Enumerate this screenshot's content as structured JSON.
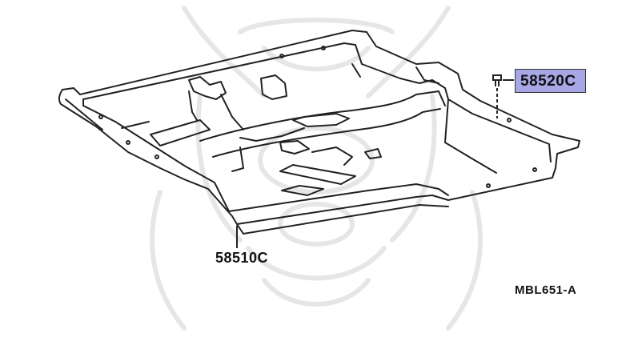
{
  "parts": {
    "floor_pan": {
      "part_number": "58510C"
    },
    "plug": {
      "part_number": "58520C",
      "highlight_color": "#a7a7e6"
    }
  },
  "diagram_code": "MBL651-A",
  "colors": {
    "line": "#222222",
    "watermark": "#e8e8e8",
    "highlight": "#a7a7e6"
  },
  "watermark": {
    "icon": "samurai-helmet-watermark"
  }
}
